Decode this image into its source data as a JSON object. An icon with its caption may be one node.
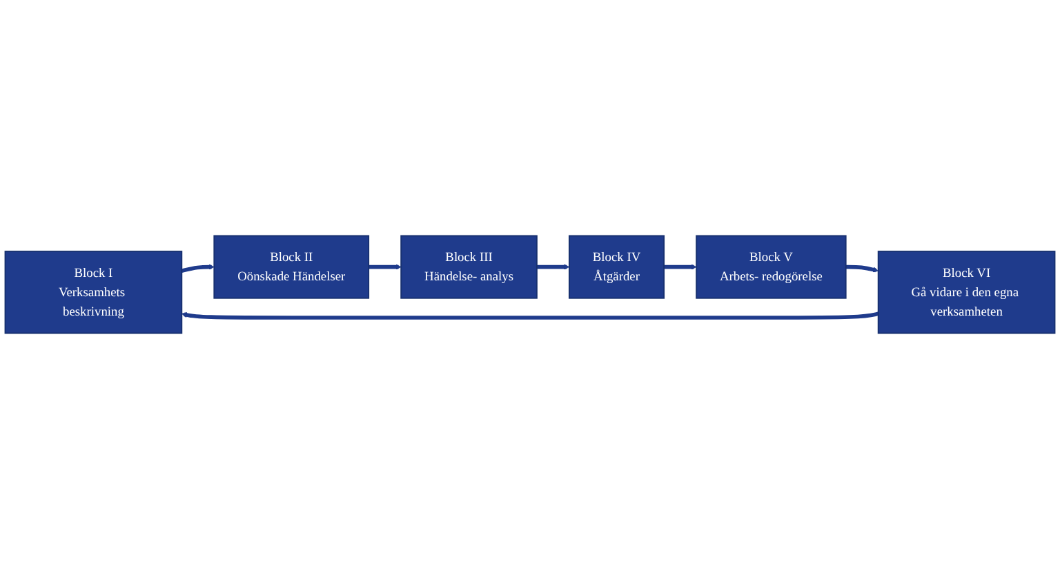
{
  "diagram": {
    "nodes": [
      {
        "text": [
          "Block I",
          "Verksamhets beskrivning"
        ]
      },
      {
        "text": [
          "Block II",
          "Oönskade Händelser"
        ]
      },
      {
        "text": [
          "Block III",
          "Händelse- analys"
        ]
      },
      {
        "text": [
          "Block IV",
          "Åtgärder"
        ]
      },
      {
        "text": [
          "Block V",
          "Arbets- redogörelse"
        ]
      },
      {
        "text": [
          "Block VI",
          "Gå vidare i den egna verksamheten"
        ]
      }
    ],
    "edges": [
      {
        "from": 0,
        "to": 1,
        "arrow": "to"
      },
      {
        "from": 1,
        "to": 2,
        "arrow": "to"
      },
      {
        "from": 2,
        "to": 3,
        "arrow": "to"
      },
      {
        "from": 3,
        "to": 4,
        "arrow": "to"
      },
      {
        "from": 4,
        "to": 5,
        "arrow": "to"
      },
      {
        "from": 5,
        "to": 0,
        "arrow": "to"
      }
    ]
  }
}
